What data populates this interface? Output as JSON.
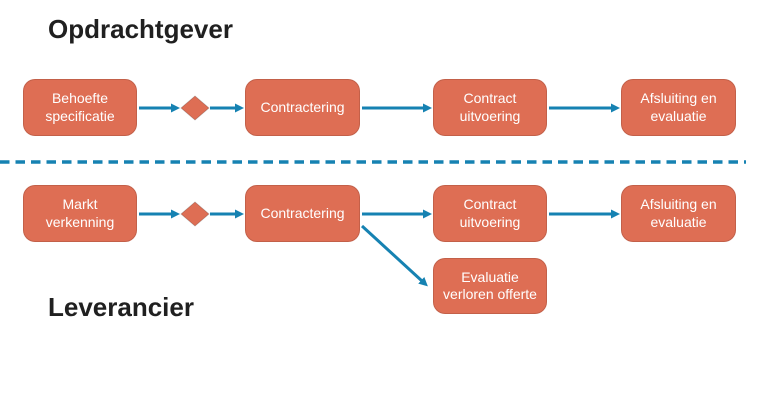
{
  "colors": {
    "box_fill": "#DE6E54",
    "box_text": "#FFFFFF",
    "connector": "#1682B2",
    "lane_divider": "#1682B2",
    "title_text": "#202020"
  },
  "divider_style": "dashed",
  "lanes": [
    {
      "title": "Opdrachtgever",
      "boxes": [
        {
          "label": "Behoefte\nspecificatie"
        },
        {
          "label": "Contractering"
        },
        {
          "label": "Contract\nuitvoering"
        },
        {
          "label": "Afsluiting en\nevaluatie"
        }
      ],
      "decision_marker": "diamond"
    },
    {
      "title": "Leverancier",
      "boxes": [
        {
          "label": "Markt\nverkenning"
        },
        {
          "label": "Contractering"
        },
        {
          "label": "Contract\nuitvoering"
        },
        {
          "label": "Afsluiting en\nevaluatie"
        },
        {
          "label": "Evaluatie\nverloren offerte"
        }
      ],
      "decision_marker": "diamond"
    }
  ]
}
